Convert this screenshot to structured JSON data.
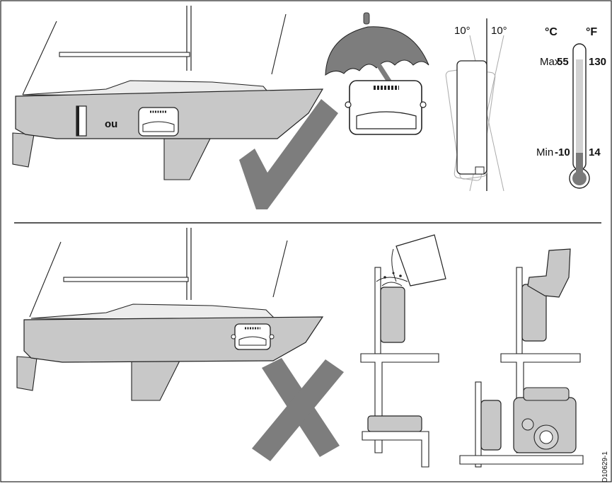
{
  "top": {
    "or_label": "ou",
    "tilt_left": "10°",
    "tilt_right": "10°",
    "temp_unit_c": "°C",
    "temp_unit_f": "°F",
    "max_label": "Max",
    "max_c": "55",
    "max_f": "130",
    "min_label": "Min",
    "min_c": "-10",
    "min_f": "14"
  },
  "ref_code": "D10629-1",
  "colors": {
    "hull": "#c8c8c8",
    "mark": "#7d7d7d",
    "outline": "#1a1a1a",
    "thermo_fill": "#7a7a7a",
    "thermo_light": "#d2d2d2"
  }
}
